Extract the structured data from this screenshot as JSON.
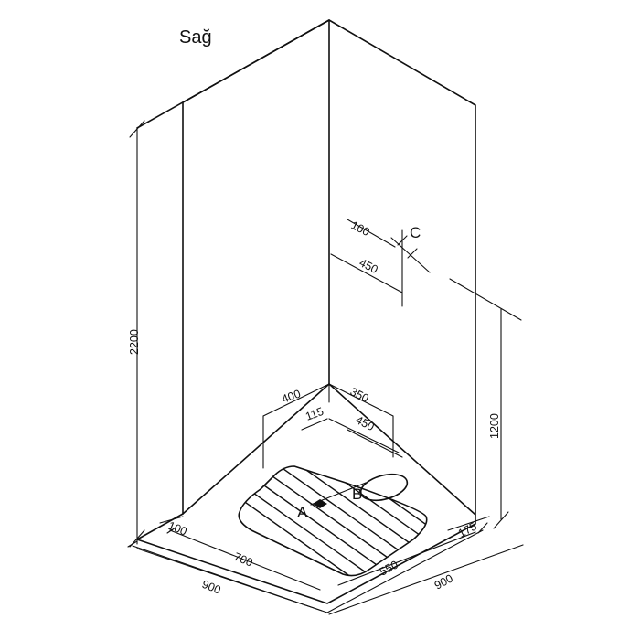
{
  "title": "Sağ",
  "dimensions": {
    "height_total": "2200",
    "height_valve": "1200",
    "width_front_left": "900",
    "width_front_right": "900",
    "offset_left": "100",
    "drain_left": "700",
    "drain_right": "550",
    "offset_right": "175",
    "tray_400": "400",
    "tray_350": "350",
    "tray_115": "115",
    "tray_450": "450",
    "valve_100": "100",
    "valve_450": "450"
  },
  "labels": {
    "point_a": "A",
    "point_b": "B",
    "point_c": "C"
  }
}
